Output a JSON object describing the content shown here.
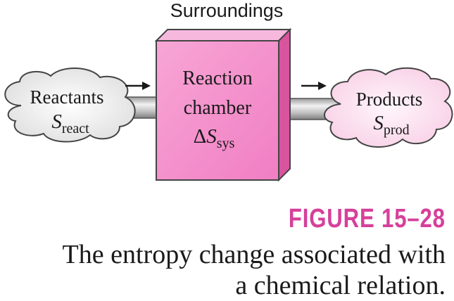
{
  "diagram": {
    "surroundings_label": "Surroundings",
    "reactants": {
      "label": "Reactants",
      "symbol": "S",
      "subscript": "react"
    },
    "chamber": {
      "line1": "Reaction",
      "line2": "chamber",
      "delta": "Δ",
      "symbol": "S",
      "subscript": "sys"
    },
    "products": {
      "label": "Products",
      "symbol": "S",
      "subscript": "prod"
    }
  },
  "caption": {
    "figure_label": "FIGURE 15–28",
    "line1": "The entropy change associated with",
    "line2": "a chemical relation."
  },
  "colors": {
    "chamber_front": "#f48ccb",
    "chamber_top": "#f7b8de",
    "chamber_side": "#d8549f",
    "products_cloud": "#fce4f1",
    "reactants_cloud": "#efefef",
    "accent": "#d6409a"
  }
}
